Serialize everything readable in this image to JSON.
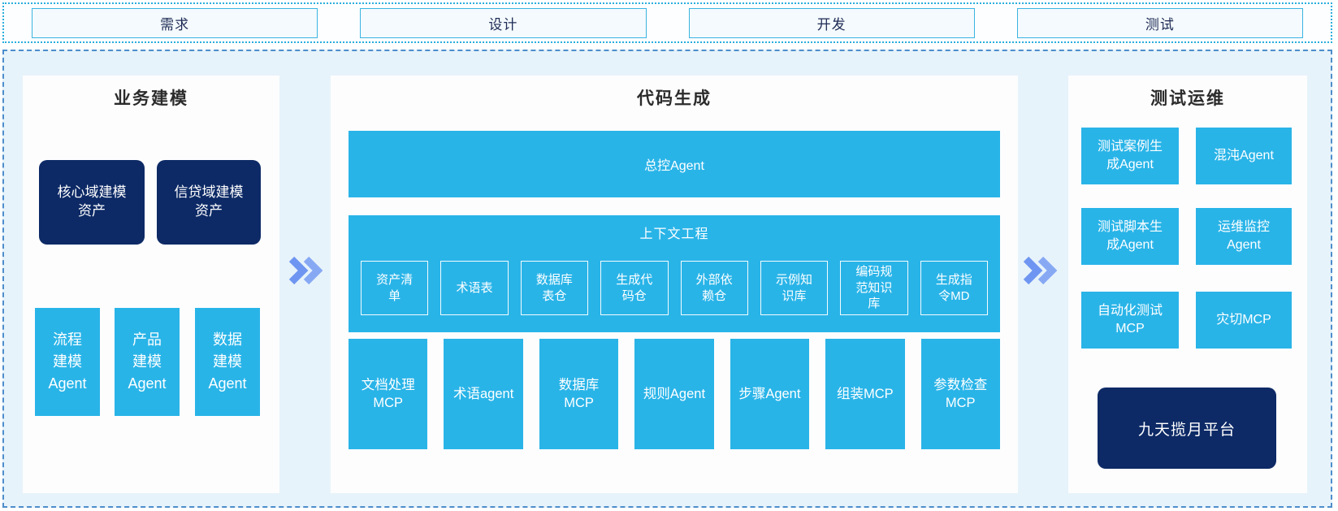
{
  "phases": [
    "需求",
    "设计",
    "开发",
    "测试"
  ],
  "business": {
    "title": "业务建模",
    "assets": [
      "核心域建模\n资产",
      "信贷域建模\n资产"
    ],
    "agents": [
      "流程\n建模\nAgent",
      "产品\n建模\nAgent",
      "数据\n建模\nAgent"
    ]
  },
  "codegen": {
    "title": "代码生成",
    "master_agent": "总控Agent",
    "context_title": "上下文工程",
    "context_items": [
      "资产清\n单",
      "术语表",
      "数据库\n表仓",
      "生成代\n码仓",
      "外部依\n赖仓",
      "示例知\n识库",
      "编码规\n范知识\n库",
      "生成指\n令MD"
    ],
    "tools": [
      "文档处理\nMCP",
      "术语agent",
      "数据库\nMCP",
      "规则Agent",
      "步骤Agent",
      "组装MCP",
      "参数检查\nMCP"
    ]
  },
  "testops": {
    "title": "测试运维",
    "boxes": [
      "测试案例生\n成Agent",
      "混沌Agent",
      "测试脚本生\n成Agent",
      "运维监控\nAgent",
      "自动化测试\nMCP",
      "灾切MCP"
    ],
    "platform": "九天揽月平台"
  },
  "colors": {
    "cyan": "#29b4e8",
    "navy": "#0d2a66",
    "container_bg": "#e7f3fb",
    "phase_border": "#3bb4e2",
    "dashed_border": "#4d8ecb",
    "arrow": "#7b9ef3"
  }
}
